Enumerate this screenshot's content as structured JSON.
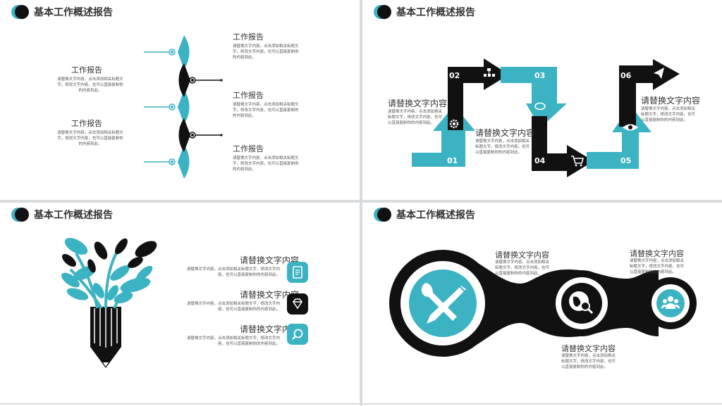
{
  "colors": {
    "accent": "#3bb3c3",
    "dark": "#111111"
  },
  "header_title": "基本工作概述报告",
  "slide1": {
    "items": [
      {
        "title": "工作报告",
        "desc": "请替换文字内容，点击添加相关标题文字，修改文字内容，也可以直接复制你的内容到此。"
      },
      {
        "title": "工作报告",
        "desc": "请替换文字内容，点击添加相关标题文字，修改文字内容，也可以直接复制你的内容到此。"
      },
      {
        "title": "工作报告",
        "desc": "请替换文字内容，点击添加相关标题文字，修改文字内容，也可以直接复制你的内容到此。"
      },
      {
        "title": "工作报告",
        "desc": "请替换文字内容，点击添加相关标题文字，修改文字内容，也可以直接复制你的内容到此。"
      },
      {
        "title": "工作报告",
        "desc": "请替换文字内容，点击添加相关标题文字，修改文字内容，也可以直接复制你的内容到此。"
      }
    ]
  },
  "slide2": {
    "numbers": [
      "01",
      "02",
      "03",
      "04",
      "05",
      "06"
    ],
    "icons": [
      "gear-icon",
      "org-chart-icon",
      "cloud-icon",
      "cart-icon",
      "eye-icon",
      "paper-plane-icon"
    ],
    "items": [
      {
        "title": "请替换文字内容",
        "desc": "请替换文字内容，点击添加相关标题文字，修改文字内容，也可以直接复制你的内容到此。"
      },
      {
        "title": "请替换文字内容",
        "desc": "请替换文字内容，点击添加相关标题文字，修改文字内容，也可以直接复制你的内容到此。"
      },
      {
        "title": "请替换文字内容",
        "desc": "请替换文字内容，点击添加相关标题文字，修改文字内容，也可以直接复制你的内容到此。"
      }
    ]
  },
  "slide3": {
    "icons": [
      "document-icon",
      "diamond-icon",
      "search-icon"
    ],
    "items": [
      {
        "title": "请替换文字内容",
        "desc": "请替换文字内容，点击添加相关标题文字，修改文字内容，也可以直接复制你的内容到此。"
      },
      {
        "title": "请替换文字内容",
        "desc": "请替换文字内容，点击添加相关标题文字，修改文字内容，也可以直接复制你的内容到此。"
      },
      {
        "title": "请替换文字内容",
        "desc": "请替换文字内容，点击添加相关标题文字，修改文字内容，也可以直接复制你的内容到此。"
      }
    ]
  },
  "slide4": {
    "icons": [
      "tools-icon",
      "globe-search-icon",
      "people-icon"
    ],
    "items": [
      {
        "title": "请替换文字内容",
        "desc": "请替换文字内容，点击添加相关标题文字，修改文字内容，也可以直接复制你的内容到此。"
      },
      {
        "title": "请替换文字内容",
        "desc": "请替换文字内容，点击添加相关标题文字，修改文字内容，也可以直接复制你的内容到此。"
      },
      {
        "title": "请替换文字内容",
        "desc": "请替换文字内容，点击添加相关标题文字，修改文字内容，也可以直接复制你的内容到此。"
      }
    ]
  }
}
